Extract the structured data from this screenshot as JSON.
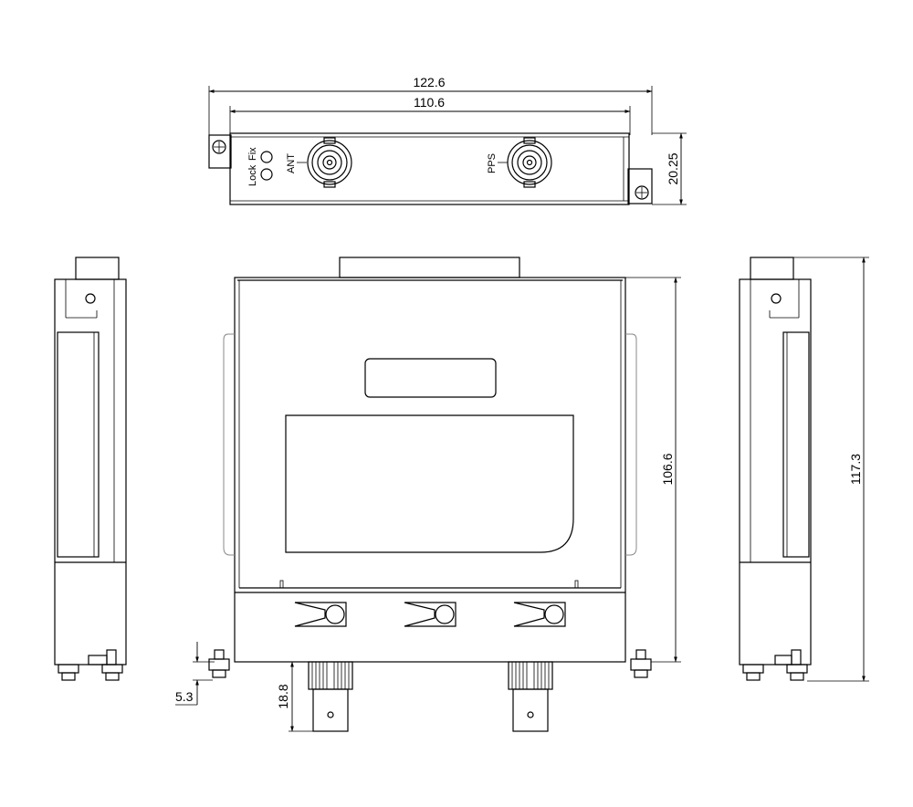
{
  "dimensions": {
    "overall_width": "122.6",
    "panel_width": "110.6",
    "panel_height": "20.25",
    "body_height": "106.6",
    "overall_height": "117.3",
    "connector_length": "18.8",
    "mount_offset": "5.3"
  },
  "labels": {
    "lock": "Lock",
    "fix": "Fix",
    "ant": "ANT",
    "pps": "PPS"
  }
}
